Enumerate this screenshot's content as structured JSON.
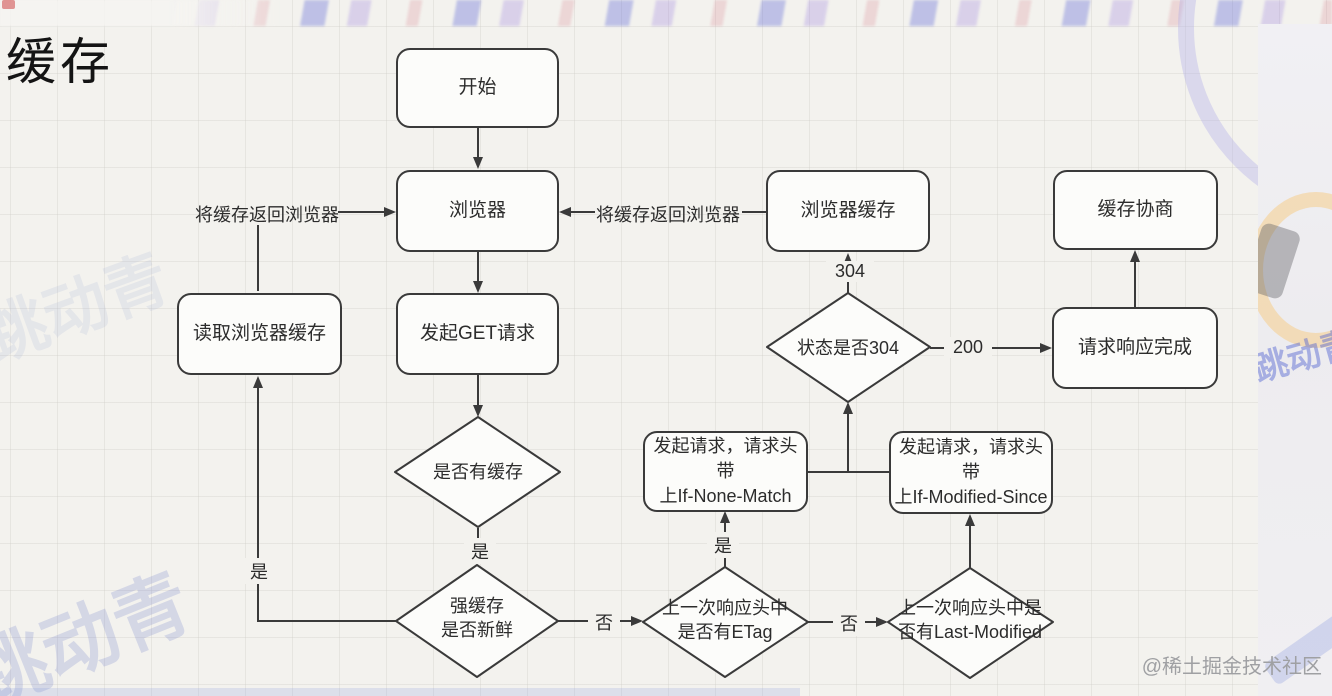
{
  "page": {
    "title": "缓存",
    "credit": "@稀土掘金技术社区",
    "brand_watermark": "跳动青"
  },
  "nodes": {
    "start": {
      "label": "开始"
    },
    "browser": {
      "label": "浏览器"
    },
    "browser_cache": {
      "label": "浏览器缓存"
    },
    "cache_negotiation": {
      "label": "缓存协商"
    },
    "read_browser_cache": {
      "label": "读取浏览器缓存"
    },
    "get_request": {
      "label": "发起GET请求"
    },
    "request_complete": {
      "label": "请求响应完成"
    },
    "if_none_match": {
      "lines": [
        "发起请求，请求头带",
        "上If-None-Match"
      ]
    },
    "if_modified_since": {
      "lines": [
        "发起请求，请求头带",
        "上If-Modified-Since"
      ]
    }
  },
  "decisions": {
    "has_cache": {
      "label": "是否有缓存"
    },
    "strong_cache_fresh": {
      "lines": [
        "强缓存",
        "是否新鲜"
      ]
    },
    "status_304": {
      "label": "状态是否304"
    },
    "has_etag": {
      "lines": [
        "上一次响应头中",
        "是否有ETag"
      ]
    },
    "has_last_modified": {
      "lines": [
        "上一次响应头中是",
        "否有Last-Modified"
      ]
    }
  },
  "edge_labels": {
    "return_cache_left": "将缓存返回浏览器",
    "return_cache_right": "将缓存返回浏览器",
    "status_304": "304",
    "status_200": "200",
    "yes_has_cache": "是",
    "yes_to_read_cache": "是",
    "yes_has_etag": "是",
    "no_strong_cache": "否",
    "no_has_etag": "否"
  }
}
